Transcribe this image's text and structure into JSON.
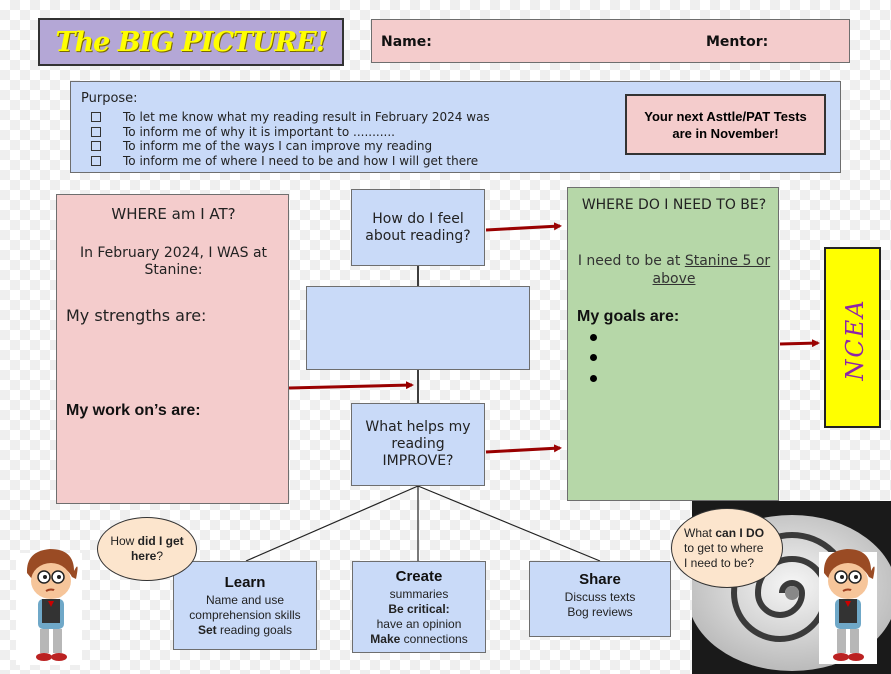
{
  "title": "The BIG PICTURE!",
  "header": {
    "name_label": "Name:",
    "mentor_label": "Mentor:"
  },
  "purpose": {
    "label": "Purpose:",
    "items": [
      "To let me know what  my reading result in February 2024 was",
      "To inform me of why it is important to ...........",
      "To inform me of the ways I can improve my reading",
      "To inform me of where I need to be and how I will get there"
    ]
  },
  "tests_notice": "Your next Asttle/PAT Tests are in November!",
  "where_am_i": {
    "title": "WHERE am I AT?",
    "february": "In February 2024, I WAS at Stanine:",
    "strengths": "My strengths are:",
    "work_on": "My work on’s are:"
  },
  "feel_box": "How do I feel about reading?",
  "helps_box": "What helps my reading IMPROVE?",
  "need_to_be": {
    "title": "WHERE DO I NEED TO BE?",
    "stanine_prefix": "I need to be at ",
    "stanine_target": "Stanine 5 or above",
    "goals": "My goals are:"
  },
  "ncea": "NCEA",
  "bubble_left": {
    "part1": "How ",
    "bold": "did I get here",
    "part2": "?"
  },
  "bubble_right": {
    "part1": "What ",
    "bold": "can I DO",
    "part2": " to get to where I need to be?"
  },
  "steps": {
    "learn": {
      "title": "Learn",
      "line1": "Name and use comprehension skills",
      "line2_bold": "Set",
      "line2_rest": " reading goals"
    },
    "create": {
      "title": "Create",
      "line1": "summaries",
      "line2_bold": "Be critical:",
      "line3": "have an opinion",
      "line4_bold": "Make",
      "line4_rest": " connections"
    },
    "share": {
      "title": "Share",
      "line1": "Discuss texts",
      "line2": "Bog reviews"
    }
  },
  "colors": {
    "title_bg": "#b4a7d6",
    "title_text": "#ffff00",
    "pink": "#f4cccc",
    "blue": "#c9daf8",
    "green": "#b6d7a8",
    "ncea_bg": "#ffff00",
    "ncea_text": "#8e24aa",
    "arrow": "#990000",
    "bubble": "#fce5cd"
  }
}
